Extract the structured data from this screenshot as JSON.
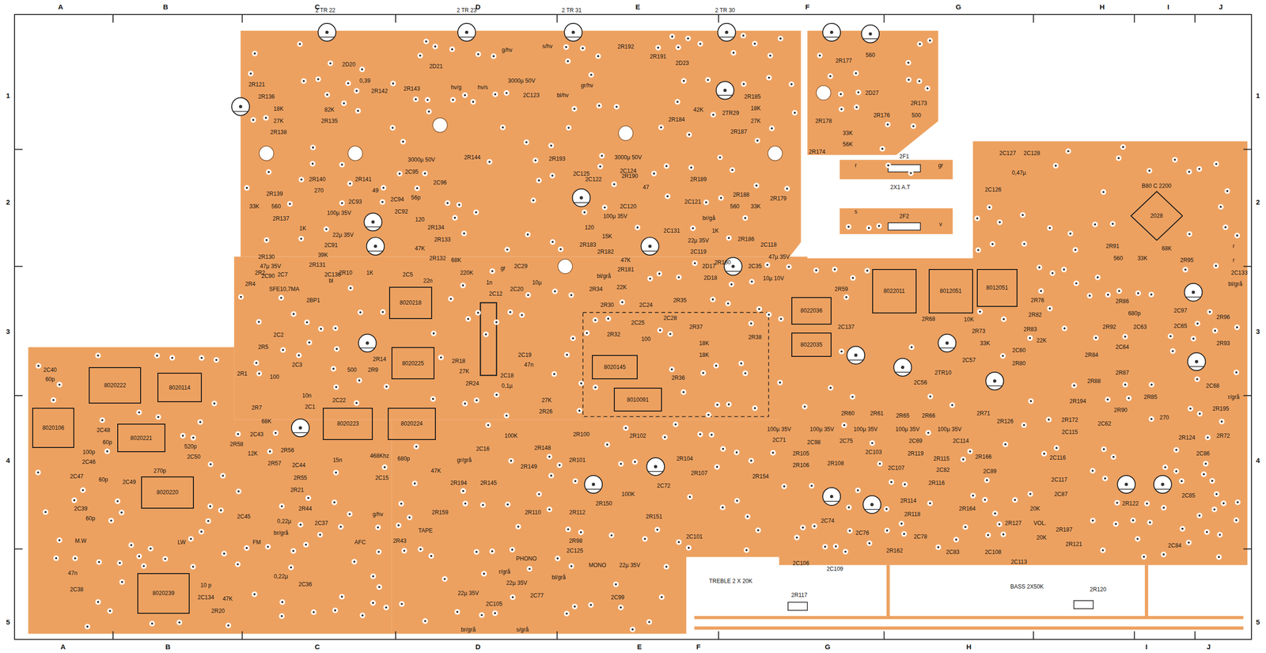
{
  "diagram": {
    "nodes": [
      {
        "text": [
          "8020222"
        ]
      },
      {
        "text": [
          "8020114"
        ]
      },
      {
        "text": [
          "8020106"
        ]
      },
      {
        "text": [
          "8020221"
        ]
      },
      {
        "text": [
          "8020220"
        ]
      },
      {
        "text": [
          "8020239"
        ]
      },
      {
        "text": [
          "8020218"
        ]
      },
      {
        "text": [
          "8020225"
        ]
      },
      {
        "text": [
          "8020223"
        ]
      },
      {
        "text": [
          "8020224"
        ]
      },
      {
        "text": [
          "8020145"
        ]
      },
      {
        "text": [
          "8010091"
        ]
      },
      {
        "text": [
          "8022036"
        ]
      },
      {
        "text": [
          "8022035"
        ]
      },
      {
        "text": [
          "8022011"
        ]
      },
      {
        "text": [
          "8012051"
        ]
      },
      {
        "text": [
          "8012051"
        ]
      },
      {
        "text": [
          "B80 C 2200",
          "2028"
        ]
      }
    ],
    "labels": [
      "A",
      "B",
      "C",
      "D",
      "E",
      "F",
      "G",
      "H",
      "I",
      "J",
      "A",
      "B",
      "C",
      "D",
      "E",
      "F",
      "G",
      "H",
      "I",
      "J",
      "1",
      "2",
      "3",
      "4",
      "5",
      "1",
      "2",
      "3",
      "4",
      "5",
      "2 TR 22",
      "2R121",
      "2D20",
      "0,39",
      "2R142",
      "2R143",
      "2D21",
      "hv/g",
      "hv/s",
      "2R136",
      "18K",
      "27K",
      "2R138",
      "82K",
      "2R135",
      "2 TR 23",
      "g/hv",
      "s/hv",
      "3000µ 50V",
      "2C123",
      "2 TR 31",
      "gr/hv",
      "bl/hv",
      "2R192",
      "2R191",
      "2D23",
      "2 TR 30",
      "2TR29",
      "2R185",
      "18K",
      "27K",
      "2R187",
      "42K",
      "2R184",
      "3000µ 50V",
      "2C95",
      "2C96",
      "2R144",
      "2R193",
      "2C125",
      "3000µ 50V",
      "2C124",
      "2R140",
      "270",
      "2R141",
      "49",
      "2C94",
      "56p",
      "2R139",
      "33K",
      "560",
      "2R137",
      "1K",
      "2C93",
      "100µ 35V",
      "2C92",
      "120",
      "2R134",
      "22µ 35V",
      "2C91",
      "39K",
      "2R133",
      "47K",
      "2R132",
      "2R131",
      "2C136",
      "2C90",
      "47µ 35V",
      "2R130",
      "2R190",
      "47",
      "2C122",
      "2C120",
      "100µ 35V",
      "120",
      "2R183",
      "15K",
      "2R182",
      "47K",
      "2R181",
      "2C131",
      "22µ 35V",
      "2C119",
      "2R180",
      "1K",
      "br/gå",
      "2R186",
      "560",
      "33K",
      "2R179",
      "2C118",
      "47µ 35V",
      "2R188",
      "2R189",
      "2C121",
      "2R177",
      "560",
      "2D27",
      "2R176",
      "2R173",
      "500",
      "2R178",
      "33K",
      "56K",
      "2R174",
      "2F1",
      "r",
      "gr",
      "2X1 A.T",
      "2F2",
      "s",
      "v",
      "2C127",
      "2C128",
      "2C126",
      "0,47µ",
      "2R91",
      "560",
      "33K",
      "68K",
      "2R95",
      "r",
      "r",
      "2C133",
      "bl/grå",
      "2R2",
      "2C7",
      "SFE10,7MA",
      "2R4",
      "bl",
      "2R10",
      "1K",
      "2C5",
      "22n",
      "2BP1",
      "2C2",
      "2R5",
      "2R1",
      "100",
      "2C3",
      "10n",
      "2C1",
      "2R7",
      "2C43",
      "2R58",
      "12K",
      "68K",
      "2R56",
      "2R57",
      "2C44",
      "2R55",
      "2C22",
      "15n",
      "468Khz",
      "2C15",
      "680p",
      "2R9",
      "500",
      "2R14",
      "2R18",
      "68K",
      "220K",
      "gr",
      "2C29",
      "1n",
      "2C12",
      "10µ",
      "2C20",
      "2C19",
      "47n",
      "0,1µ",
      "2R24",
      "27K",
      "2C18",
      "2R26",
      "100K",
      "27K",
      "2C16",
      "2R194",
      "2R145",
      "47K",
      "gr/grå",
      "2C40",
      "60p",
      "2C48",
      "60p",
      "100p",
      "2C46",
      "2C47",
      "60p",
      "2C49",
      "270p",
      "520p",
      "2C50",
      "2C39",
      "60p",
      "M.W",
      "LW",
      "47n",
      "2C38",
      "10 p",
      "2C134",
      "47K",
      "2R20",
      "0,22µ",
      "2C36",
      "2C45",
      "2R21",
      "2R44",
      "FM",
      "br/grå",
      "0,22µ",
      "2C37",
      "AFC",
      "2R43",
      "g/hv",
      "TAPE",
      "PHONO",
      "MONO",
      "bl/grå",
      "r/grå",
      "2C105",
      "2C77",
      "22µ 35V",
      "22µ 35V",
      "br/grå",
      "s/grå",
      "2R159",
      "2R110",
      "2R112",
      "2R149",
      "2R98",
      "2R100",
      "2R102",
      "2R101",
      "2R148",
      "bl/grå",
      "2R34",
      "22K",
      "2D17",
      "2D18",
      "2C35",
      "10µ 10V",
      "2R30",
      "2C24",
      "2R35",
      "2C28",
      "2C25",
      "2R32",
      "100",
      "2R37",
      "18K",
      "18K",
      "2R36",
      "2R38",
      "2R59",
      "2C137",
      "2R60",
      "2R61",
      "2R65",
      "2R66",
      "2R68",
      "10K",
      "2R73",
      "33K",
      "2TR10",
      "2C56",
      "2C57",
      "2R71",
      "2R80",
      "2C60",
      "2R76",
      "2R82",
      "2R83",
      "22K",
      "2R84",
      "2R86",
      "2R92",
      "2C63",
      "2C64",
      "680p",
      "2C97",
      "2R96",
      "2R93",
      "2C65",
      "2R88",
      "2R87",
      "2C68",
      "r/grå",
      "2R195",
      "2R90",
      "2R85",
      "2R194",
      "2C62",
      "2R126",
      "2R172",
      "2C115",
      "270",
      "2R124",
      "2C86",
      "2R72",
      "2R150",
      "2C72",
      "100K",
      "2R104",
      "2R107",
      "2C99",
      "22µ 35V",
      "2C125",
      "2C101",
      "2R151",
      "2C71",
      "100µ 35V",
      "2R154",
      "2R105",
      "2R106",
      "2C98",
      "100µ 35V",
      "100µ 35V",
      "2C75",
      "2C103",
      "100µ 35V",
      "2C69",
      "100µ 35V",
      "2C114",
      "2C107",
      "2C74",
      "2C76",
      "2R108",
      "2R119",
      "2R115",
      "2R116",
      "2R114",
      "2R118",
      "2R162",
      "2C78",
      "2C82",
      "2C83",
      "2C106",
      "2C109",
      "2R166",
      "2C89",
      "2R164",
      "2R127",
      "VOL.",
      "2C108",
      "2C113",
      "20K",
      "20K",
      "2C116",
      "2C117",
      "2C87",
      "2R187",
      "2R121",
      "2C85",
      "2C84",
      "2R122",
      "TREBLE 2 X 20K",
      "2R117",
      "BASS 2X50K",
      "2R120"
    ]
  }
}
